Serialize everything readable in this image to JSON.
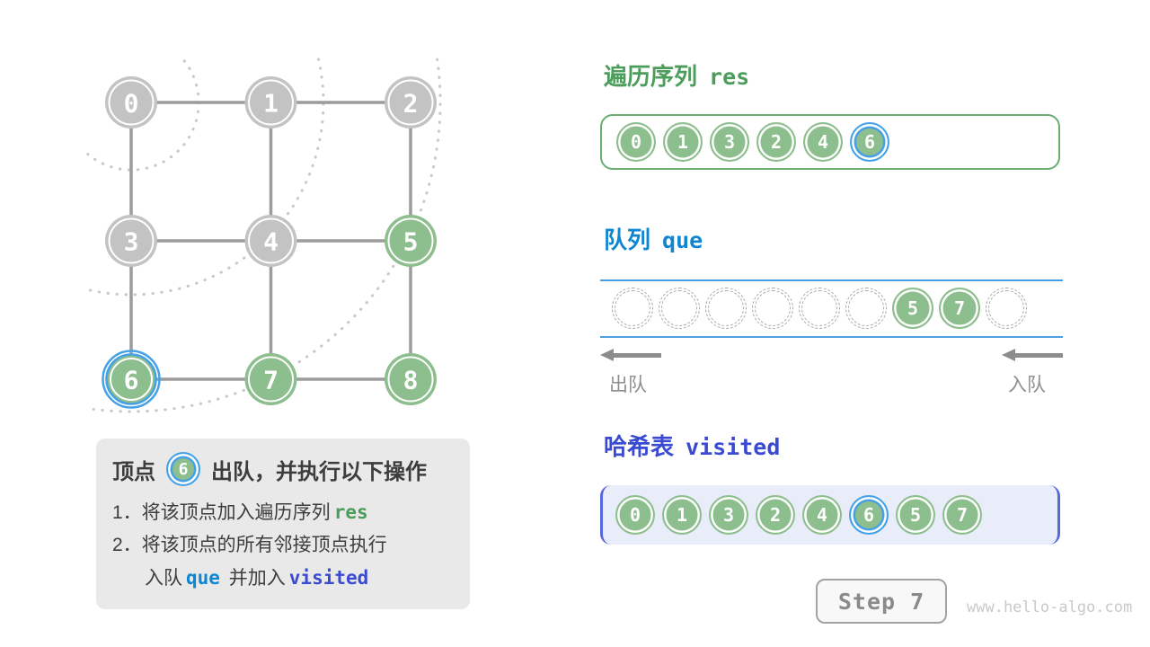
{
  "colors": {
    "green_fill": "#8dbe8d",
    "gray_fill": "#c3c3c3",
    "highlight_blue": "#44a1e7",
    "edge_gray": "#9c9c9c",
    "arc_gray": "#c8c8c8",
    "heading_green": "#4c9d5c",
    "heading_blue": "#0f86d2",
    "heading_indigo": "#3b4bd1"
  },
  "graph": {
    "nodes": [
      {
        "id": "0",
        "row": 0,
        "col": 0,
        "state": "gray"
      },
      {
        "id": "1",
        "row": 0,
        "col": 1,
        "state": "gray"
      },
      {
        "id": "2",
        "row": 0,
        "col": 2,
        "state": "gray"
      },
      {
        "id": "3",
        "row": 1,
        "col": 0,
        "state": "gray"
      },
      {
        "id": "4",
        "row": 1,
        "col": 1,
        "state": "gray"
      },
      {
        "id": "5",
        "row": 1,
        "col": 2,
        "state": "green"
      },
      {
        "id": "6",
        "row": 2,
        "col": 0,
        "state": "green"
      },
      {
        "id": "7",
        "row": 2,
        "col": 1,
        "state": "green"
      },
      {
        "id": "8",
        "row": 2,
        "col": 2,
        "state": "green"
      }
    ],
    "edges": [
      [
        0,
        1
      ],
      [
        1,
        2
      ],
      [
        3,
        4
      ],
      [
        4,
        5
      ],
      [
        6,
        7
      ],
      [
        7,
        8
      ],
      [
        0,
        3
      ],
      [
        3,
        6
      ],
      [
        1,
        4
      ],
      [
        4,
        7
      ],
      [
        2,
        5
      ],
      [
        5,
        8
      ]
    ],
    "highlighted": "6"
  },
  "panels": {
    "res": {
      "title": "遍历序列",
      "code": "res",
      "items": [
        "0",
        "1",
        "3",
        "2",
        "4",
        "6"
      ],
      "highlighted": "6"
    },
    "queue": {
      "title": "队列",
      "code": "que",
      "slots": [
        null,
        null,
        null,
        null,
        null,
        null,
        "5",
        "7",
        null
      ],
      "dequeue_label": "出队",
      "enqueue_label": "入队"
    },
    "visited": {
      "title": "哈希表",
      "code": "visited",
      "items": [
        "0",
        "1",
        "3",
        "2",
        "4",
        "6",
        "5",
        "7"
      ],
      "highlighted": "6"
    }
  },
  "info_box": {
    "title_prefix": "顶点",
    "vertex": "6",
    "title_suffix": "出队，并执行以下操作",
    "line1_text": "1．将该顶点加入遍历序列",
    "line1_code": "res",
    "line2_text": "2．将该顶点的所有邻接顶点执行",
    "line3_part1": "入队",
    "line3_code1": "que",
    "line3_part2": "并加入",
    "line3_code2": "visited"
  },
  "step_box": {
    "label": "Step 7"
  },
  "watermark": "www.hello-algo.com"
}
